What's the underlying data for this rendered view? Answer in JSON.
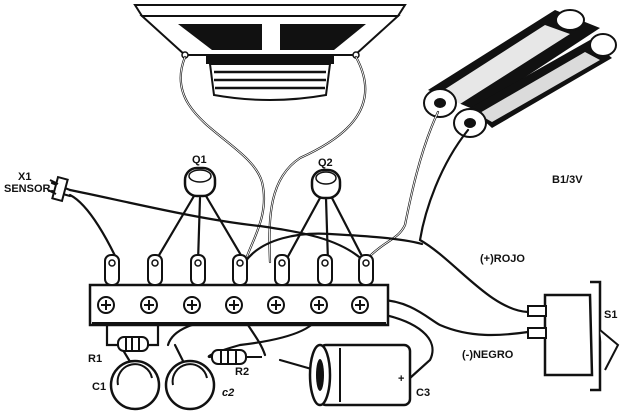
{
  "labels": {
    "x1": "X1",
    "sensor": "SENSOR",
    "q1": "Q1",
    "q2": "Q2",
    "b1": "B1/3V",
    "positive_wire": "(+)ROJO",
    "negative_wire": "(-)NEGRO",
    "s1": "S1",
    "r1": "R1",
    "r2": "R2",
    "c1": "C1",
    "c2": "c2",
    "c3": "C3",
    "c3_polarity": "+"
  },
  "colors": {
    "ink": "#111111",
    "paper": "#ffffff"
  }
}
